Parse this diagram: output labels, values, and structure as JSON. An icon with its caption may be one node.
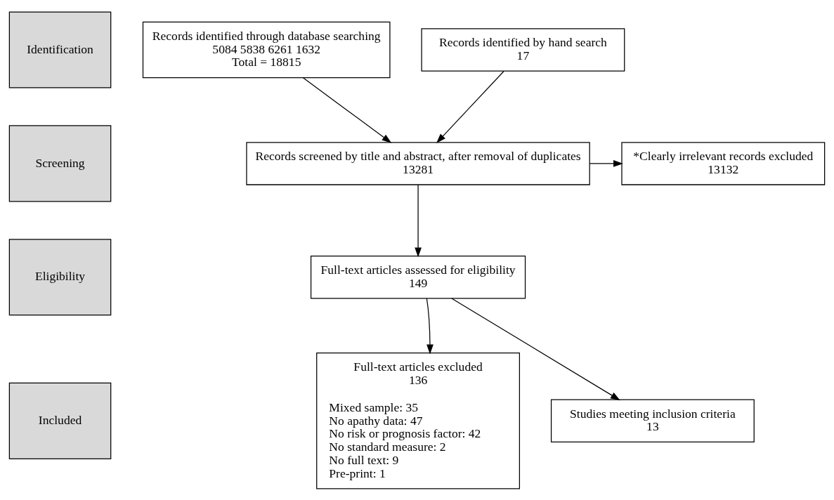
{
  "diagram": {
    "nodes": [
      {
        "text": [
          "Identification"
        ]
      },
      {
        "text": [
          "Screening"
        ]
      },
      {
        "text": [
          "Eligibility"
        ]
      },
      {
        "text": [
          "Included"
        ]
      },
      {
        "text": [
          "Records identified through database searching",
          "5084 5838 6261 1632",
          "Total = 18815"
        ]
      },
      {
        "text": [
          "Records identified by hand search",
          "17"
        ]
      },
      {
        "text": [
          "Records screened by title and abstract, after removal of duplicates",
          "13281"
        ]
      },
      {
        "text": [
          "*Clearly irrelevant records excluded",
          "13132"
        ]
      },
      {
        "text": [
          "Full-text articles assessed for eligibility",
          "149"
        ]
      },
      {
        "text": [
          "Full-text articles excluded",
          "136",
          "Mixed sample: 35",
          "No apathy data: 47",
          "No risk or prognosis factor: 42",
          "No standard measure: 2",
          "No full text: 9",
          "Pre-print: 1"
        ]
      },
      {
        "text": [
          "Studies meeting inclusion criteria",
          "13"
        ]
      }
    ],
    "edges": [
      {
        "from": 4,
        "to": 6,
        "arrow": "to"
      },
      {
        "from": 5,
        "to": 6,
        "arrow": "to"
      },
      {
        "from": 6,
        "to": 8,
        "arrow": "to"
      },
      {
        "from": 6,
        "to": 7,
        "arrow": "to"
      },
      {
        "from": 8,
        "to": 10,
        "arrow": "to"
      },
      {
        "from": 8,
        "to": 9,
        "arrow": "to"
      }
    ]
  }
}
